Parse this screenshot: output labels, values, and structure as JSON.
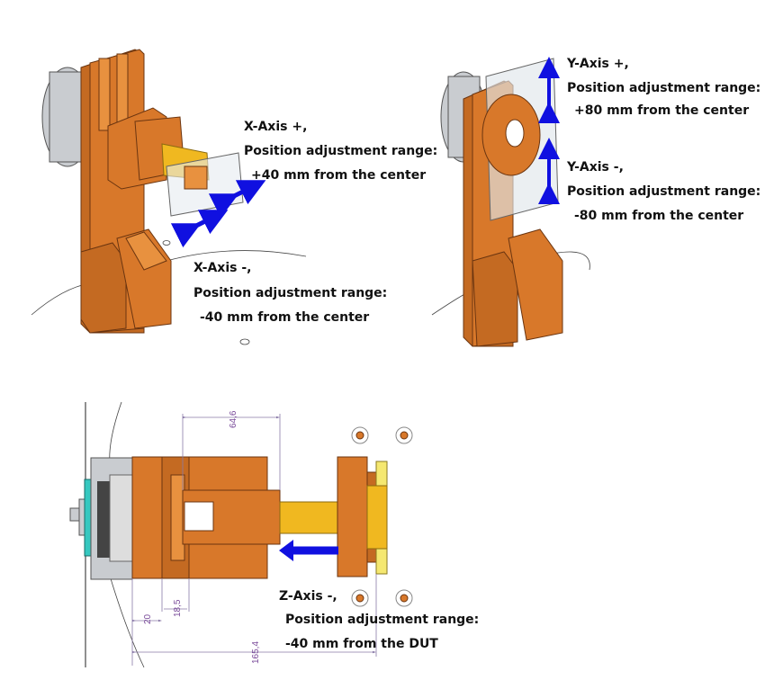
{
  "x_axis": {
    "plus": {
      "title": "X-Axis +,",
      "range_label": "Position adjustment range:",
      "value": "+40 mm from the center"
    },
    "minus": {
      "title": "X-Axis -,",
      "range_label": "Position adjustment range:",
      "value": "-40 mm from the center"
    }
  },
  "y_axis": {
    "plus": {
      "title": "Y-Axis +,",
      "range_label": "Position adjustment range:",
      "value": "+80 mm from the center"
    },
    "minus": {
      "title": "Y-Axis -,",
      "range_label": "Position adjustment range:",
      "value": "-80 mm from the center"
    }
  },
  "z_axis": {
    "minus": {
      "title": "Z-Axis -,",
      "range_label": "Position adjustment range:",
      "value": "-40 mm from the DUT"
    }
  },
  "dimensions": {
    "d1": "64,6",
    "d2": "18,5",
    "d3": "20",
    "d4": "165,4"
  },
  "colors": {
    "arrow": "#1010e0",
    "part": "#d8782a",
    "shaft": "#f0b820"
  }
}
